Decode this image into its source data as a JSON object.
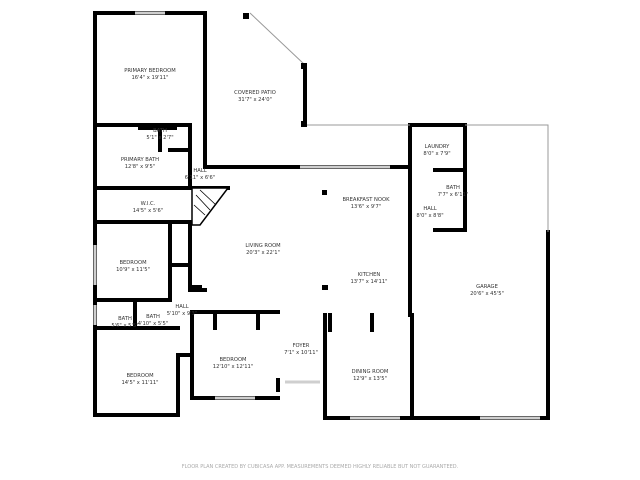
{
  "rooms": [
    {
      "name": "PRIMARY BEDROOM",
      "size": "16'4\" x 19'11\""
    },
    {
      "name": "COVERED PATIO",
      "size": "31'7\" x 24'0\""
    },
    {
      "name": "BATH",
      "size": "5'1\" x 2'7\""
    },
    {
      "name": "PRIMARY BATH",
      "size": "12'8\" x 9'5\""
    },
    {
      "name": "HALL",
      "size": "6'11\" x 6'6\""
    },
    {
      "name": "W.I.C.",
      "size": "14'5\" x 5'6\""
    },
    {
      "name": "BEDROOM",
      "size": "10'9\" x 11'5\""
    },
    {
      "name": "LIVING ROOM",
      "size": "20'3\" x 22'1\""
    },
    {
      "name": "BREAKFAST NOOK",
      "size": "13'6\" x 9'7\""
    },
    {
      "name": "KITCHEN",
      "size": "13'7\" x 14'11\""
    },
    {
      "name": "LAUNDRY",
      "size": "8'0\" x 7'9\""
    },
    {
      "name": "BATH",
      "size": "7'7\" x 6'11\""
    },
    {
      "name": "HALL",
      "size": "8'0\" x 8'8\""
    },
    {
      "name": "GARAGE",
      "size": "20'6\" x 45'5\""
    },
    {
      "name": "HALL",
      "size": "5'10\" x 9'3\""
    },
    {
      "name": "BATH",
      "size": "5'6\" x 5'5\""
    },
    {
      "name": "BATH",
      "size": "4'10\" x 5'5\""
    },
    {
      "name": "BEDROOM",
      "size": "14'5\" x 11'11\""
    },
    {
      "name": "BEDROOM",
      "size": "12'10\" x 12'11\""
    },
    {
      "name": "FOYER",
      "size": "7'1\" x 10'11\""
    },
    {
      "name": "DINING ROOM",
      "size": "12'9\" x 13'5\""
    }
  ],
  "footer": "FLOOR PLAN CREATED BY CUBICASA APP. MEASUREMENTS DEEMED HIGHLY RELIABLE BUT NOT GUARANTEED.",
  "colors": {
    "wall": "#000000",
    "window": "#cfcfcf",
    "text": "#333333"
  }
}
